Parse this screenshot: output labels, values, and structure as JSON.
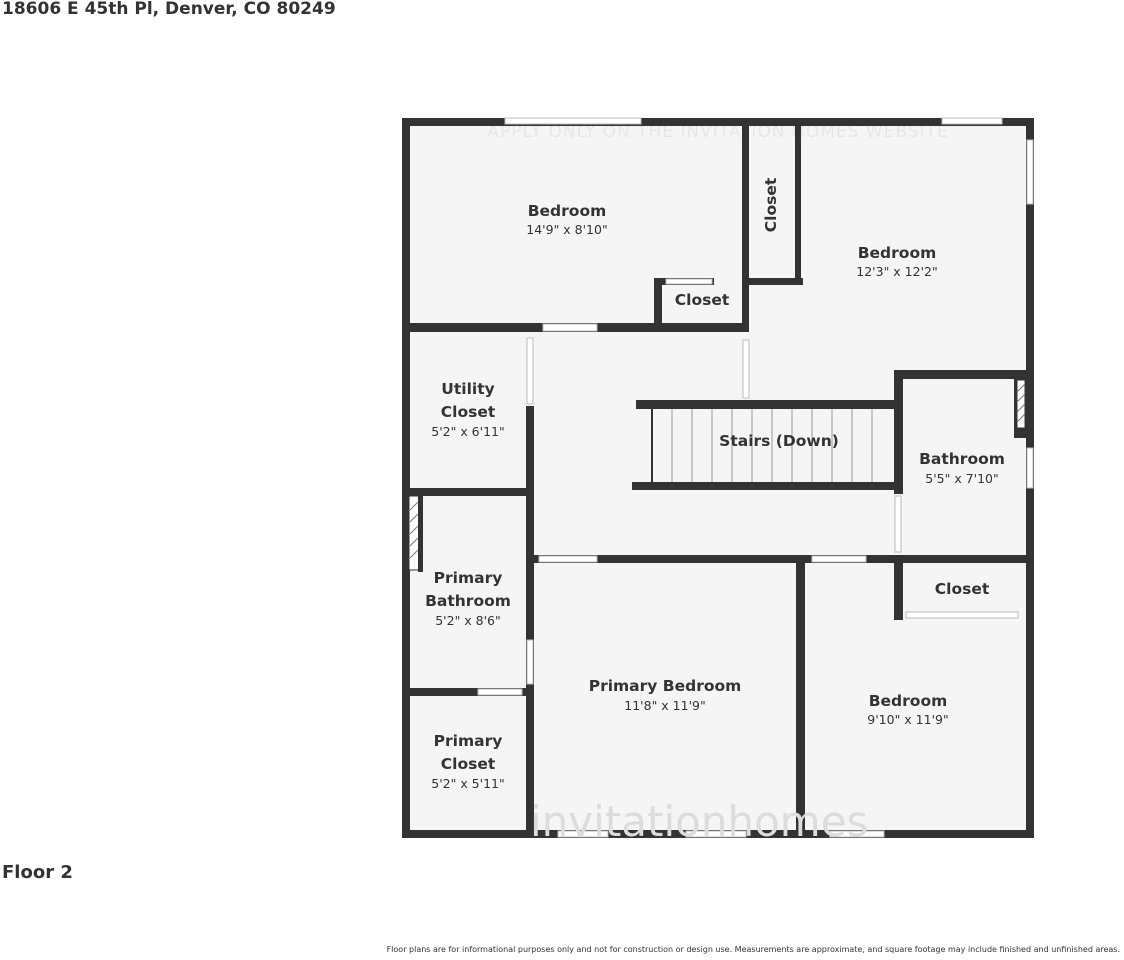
{
  "header": {
    "address": "18606 E 45th Pl, Denver, CO 80249"
  },
  "footer": {
    "floor": "Floor 2",
    "disclaimer": "Floor plans are for informational purposes only and not for construction or design use. Measurements are approximate, and square footage may include finished and unfinished areas."
  },
  "watermark": {
    "top": "APPLY ONLY ON THE INVITATION HOMES WEBSITE",
    "bottom": "invitationhomes"
  },
  "colors": {
    "wall": "#333333",
    "floor": "#f5f5f5",
    "opening": "#ffffff"
  },
  "rooms": {
    "bedroom_1": {
      "name": "Bedroom",
      "dim": "14'9\" x 8'10\""
    },
    "closet_vertical": {
      "name": "Closet"
    },
    "bedroom_2": {
      "name": "Bedroom",
      "dim": "12'3\" x 12'2\""
    },
    "closet_small": {
      "name": "Closet"
    },
    "utility": {
      "name_1": "Utility",
      "name_2": "Closet",
      "dim": "5'2\" x 6'11\""
    },
    "stairs": {
      "name": "Stairs (Down)"
    },
    "bathroom": {
      "name": "Bathroom",
      "dim": "5'5\" x 7'10\""
    },
    "primary_bath": {
      "name_1": "Primary",
      "name_2": "Bathroom",
      "dim": "5'2\" x 8'6\""
    },
    "closet_right": {
      "name": "Closet"
    },
    "primary_bedroom": {
      "name": "Primary Bedroom",
      "dim": "11'8\" x 11'9\""
    },
    "bedroom_3": {
      "name": "Bedroom",
      "dim": "9'10\" x 11'9\""
    },
    "primary_closet": {
      "name_1": "Primary",
      "name_2": "Closet",
      "dim": "5'2\" x 5'11\""
    }
  }
}
